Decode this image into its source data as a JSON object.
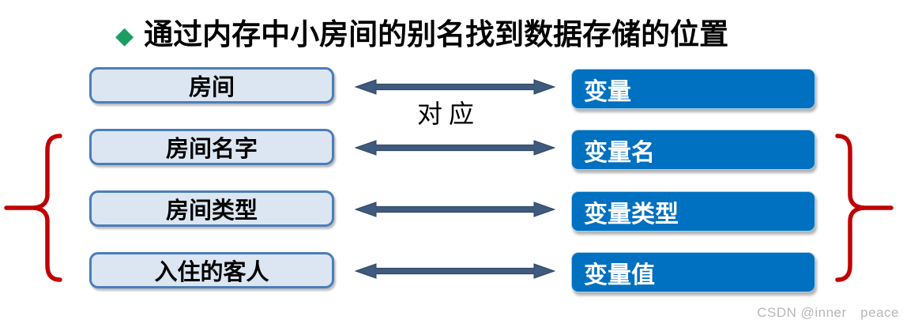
{
  "title": {
    "bullet_icon": "◆",
    "text": "通过内存中小房间的别名找到数据存储的位置"
  },
  "mapping": {
    "arrow_label": "对应",
    "rows": [
      {
        "left": "房间",
        "right": "变量"
      },
      {
        "left": "房间名字",
        "right": "变量名"
      },
      {
        "left": "房间类型",
        "right": "变量类型"
      },
      {
        "left": "入住的客人",
        "right": "变量值"
      }
    ]
  },
  "watermark": "CSDN @inner　peace",
  "colors": {
    "title_bullet": "#1a9e62",
    "left_box_fill": "#dce6f2",
    "left_box_border": "#4a7ebb",
    "right_box_fill": "#0070c0",
    "right_box_text": "#ffffff",
    "arrow": "#3e5a7e",
    "brace": "#c00000",
    "watermark": "#b8b8b8"
  }
}
